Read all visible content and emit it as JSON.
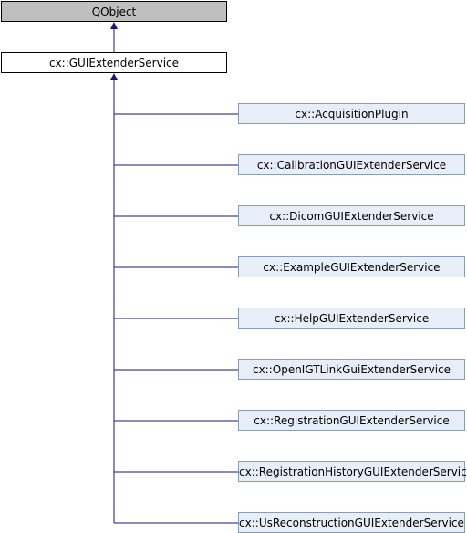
{
  "diagram": {
    "colors": {
      "edge": "#191970",
      "base_fill": "#bfbfbf",
      "self_fill": "#ffffff",
      "child_fill": "#e8eef7",
      "child_border": "#8a9bb8"
    },
    "base_class": "QObject",
    "current_class": "cx::GUIExtenderService",
    "derived_classes": [
      "cx::AcquisitionPlugin",
      "cx::CalibrationGUIExtenderService",
      "cx::DicomGUIExtenderService",
      "cx::ExampleGUIExtenderService",
      "cx::HelpGUIExtenderService",
      "cx::OpenIGTLinkGuiExtenderService",
      "cx::RegistrationGUIExtenderService",
      "cx::RegistrationHistoryGUIExtenderService",
      "cx::UsReconstructionGUIExtenderService"
    ]
  }
}
